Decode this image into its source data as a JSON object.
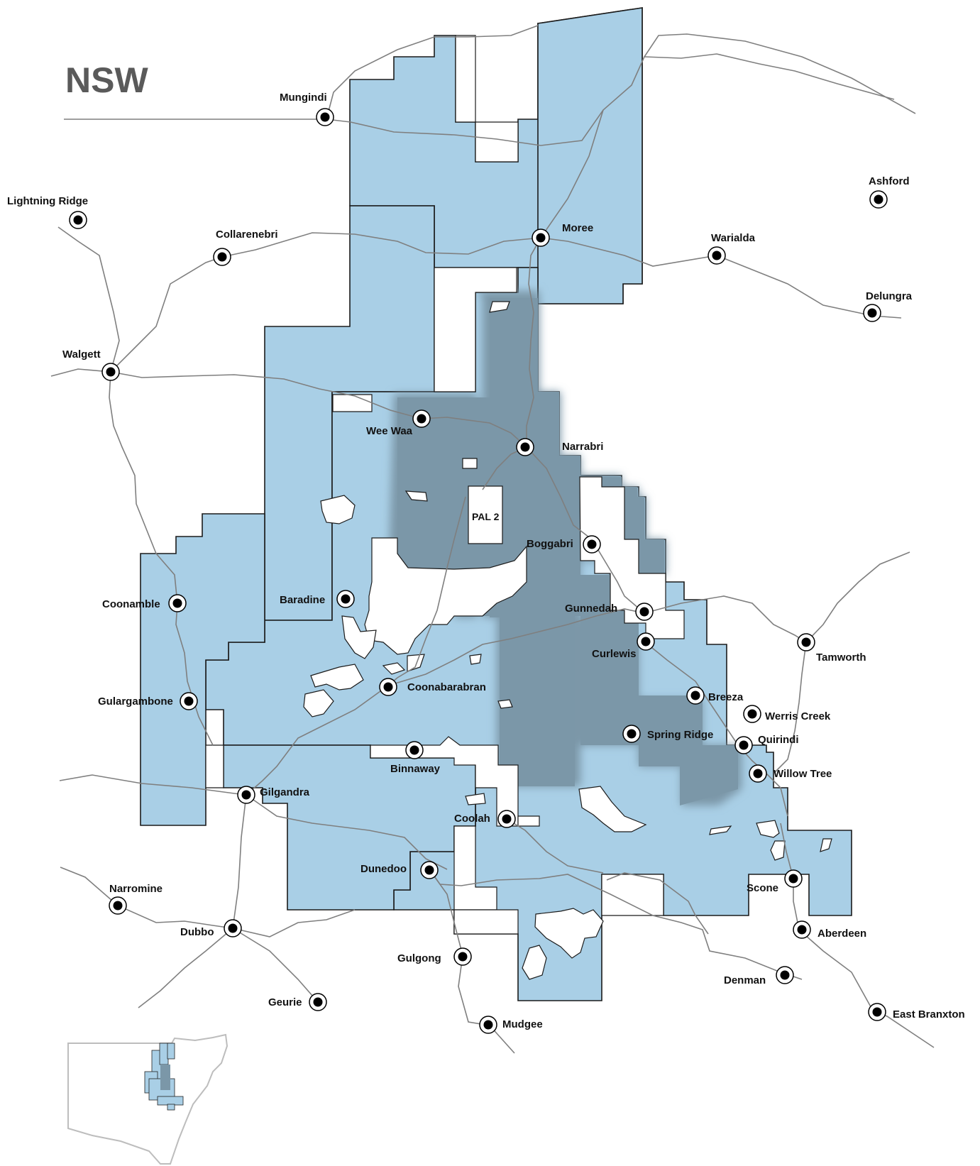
{
  "map": {
    "region_label": "NSW",
    "special_area_label": "PAL 2",
    "colors": {
      "tenement_fill": "#a9cfe6",
      "focus_area_fill": "#7b97a8",
      "border": "#1b1b1b",
      "road": "#7f7f7f",
      "town_marker": "#000000",
      "title": "#5a5a5a"
    },
    "towns": [
      {
        "name": "Mungindi"
      },
      {
        "name": "Lightning Ridge"
      },
      {
        "name": "Collarenebri"
      },
      {
        "name": "Moree"
      },
      {
        "name": "Ashford"
      },
      {
        "name": "Warialda"
      },
      {
        "name": "Delungra"
      },
      {
        "name": "Walgett"
      },
      {
        "name": "Wee Waa"
      },
      {
        "name": "Narrabri"
      },
      {
        "name": "Boggabri"
      },
      {
        "name": "Baradine"
      },
      {
        "name": "Coonamble"
      },
      {
        "name": "Gunnedah"
      },
      {
        "name": "Curlewis"
      },
      {
        "name": "Tamworth"
      },
      {
        "name": "Coonabarabran"
      },
      {
        "name": "Gulargambone"
      },
      {
        "name": "Breeza"
      },
      {
        "name": "Werris Creek"
      },
      {
        "name": "Spring Ridge"
      },
      {
        "name": "Quirindi"
      },
      {
        "name": "Binnaway"
      },
      {
        "name": "Willow Tree"
      },
      {
        "name": "Gilgandra"
      },
      {
        "name": "Coolah"
      },
      {
        "name": "Dunedoo"
      },
      {
        "name": "Scone"
      },
      {
        "name": "Narromine"
      },
      {
        "name": "Dubbo"
      },
      {
        "name": "Aberdeen"
      },
      {
        "name": "Gulgong"
      },
      {
        "name": "Denman"
      },
      {
        "name": "Geurie"
      },
      {
        "name": "East Branxton"
      },
      {
        "name": "Mudgee"
      }
    ],
    "inset_map": {
      "depicts": "NSW state outline with tenement locator",
      "icon": "locator-map-icon"
    }
  }
}
